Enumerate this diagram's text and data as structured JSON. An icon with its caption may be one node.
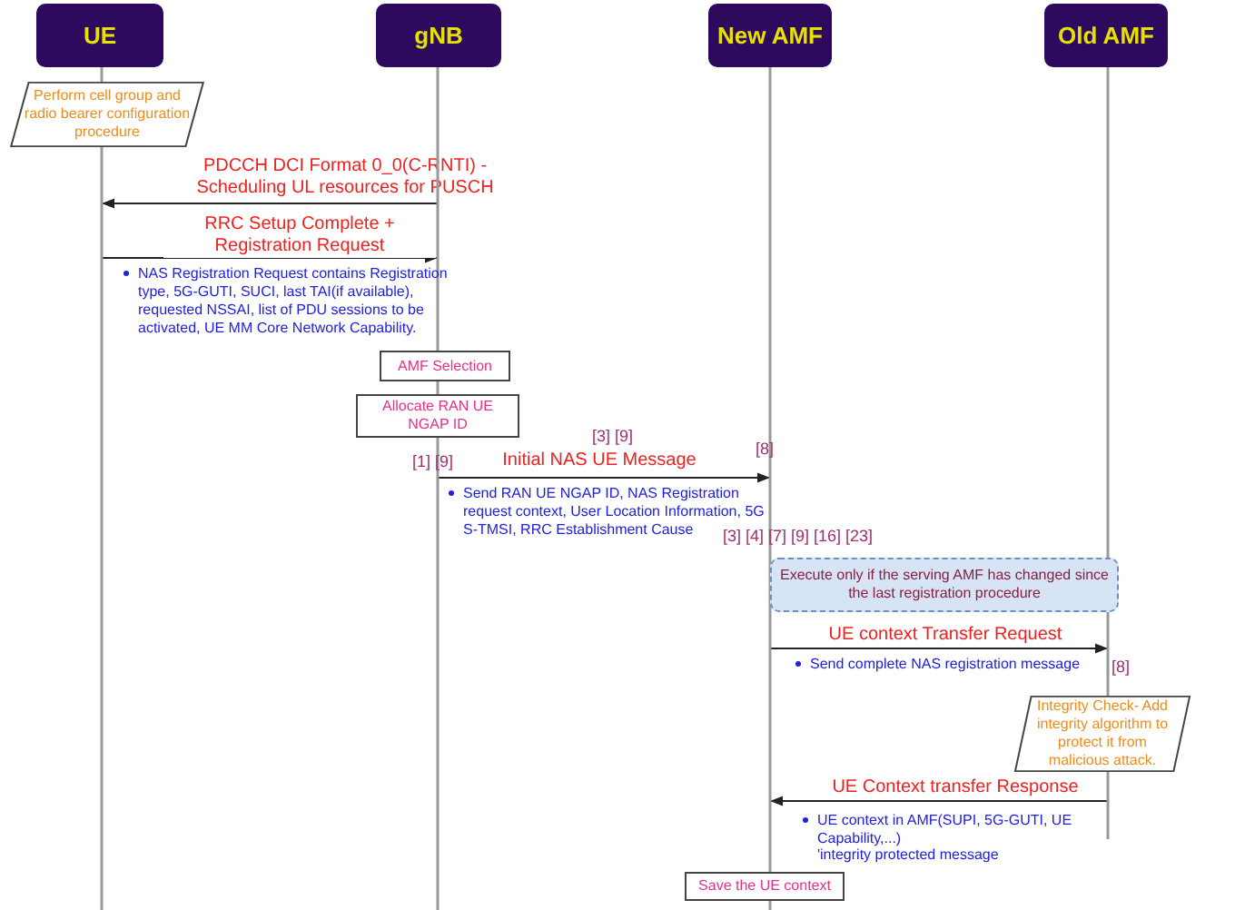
{
  "diagram": {
    "nodes": [
      {
        "text": [
          "UE"
        ]
      },
      {
        "text": [
          "gNB"
        ]
      },
      {
        "text": [
          "New AMF"
        ]
      },
      {
        "text": [
          "Old AMF"
        ]
      },
      {
        "text": [
          "Perform cell group and radio bearer configuration procedure"
        ]
      },
      {
        "text": [
          "AMF Selection"
        ]
      },
      {
        "text": [
          "Allocate RAN UE NGAP ID"
        ]
      },
      {
        "text": [
          "Execute only if the serving AMF has changed since the last registration procedure"
        ]
      },
      {
        "text": [
          "Integrity Check- Add integrity algorithm to protect it from malicious attack."
        ]
      },
      {
        "text": [
          "Save the UE context"
        ]
      }
    ],
    "edges": [
      {
        "from": 1,
        "to": 0,
        "arrow": "to",
        "label": "PDCCH DCI Format 0_0(C-RNTI) - Scheduling UL resources for PUSCH"
      },
      {
        "from": 0,
        "to": 1,
        "arrow": "to",
        "label": "RRC Setup Complete + Registration Request"
      },
      {
        "from": 1,
        "to": 2,
        "arrow": "to",
        "label": "Initial NAS UE Message"
      },
      {
        "from": 2,
        "to": 3,
        "arrow": "to",
        "label": "UE context Transfer Request"
      },
      {
        "from": 3,
        "to": 2,
        "arrow": "to",
        "label": "UE Context transfer Response"
      }
    ],
    "labels": [
      "NAS Registration Request contains Registration type, 5G-GUTI, SUCI, last TAI(if available), requested NSSAI, list of PDU sessions to be activated, UE MM Core Network Capability.",
      "[3] [9]",
      "[8]",
      "[1] [9]",
      "Send RAN UE NGAP ID, NAS Registration request context, User Location Information, 5G S-TMSI, RRC Establishment Cause",
      "[3] [4] [7] [9] [16] [23]",
      "Send complete NAS registration message",
      "[8]",
      "UE context in AMF(SUPI, 5G-GUTI, UE Capability,...)",
      "'integrity protected message"
    ]
  }
}
